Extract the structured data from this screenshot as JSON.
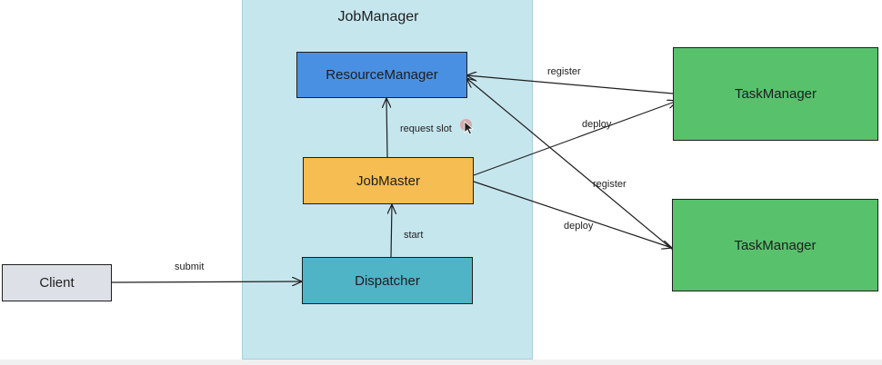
{
  "diagram": {
    "group_title": "JobManager",
    "nodes": {
      "resource_manager": {
        "label": "ResourceManager",
        "color": "#4a90e2"
      },
      "job_master": {
        "label": "JobMaster",
        "color": "#f5bd52"
      },
      "dispatcher": {
        "label": "Dispatcher",
        "color": "#4eb4c6"
      },
      "client": {
        "label": "Client",
        "color": "#dde1e7"
      },
      "task_manager_1": {
        "label": "TaskManager",
        "color": "#58c16c"
      },
      "task_manager_2": {
        "label": "TaskManager",
        "color": "#58c16c"
      }
    },
    "group_color": "#c6e6ee",
    "edges": {
      "submit": "submit",
      "start": "start",
      "request_slot": "request slot",
      "register_1": "register",
      "deploy_1": "deploy",
      "register_2": "register",
      "deploy_2": "deploy"
    }
  }
}
